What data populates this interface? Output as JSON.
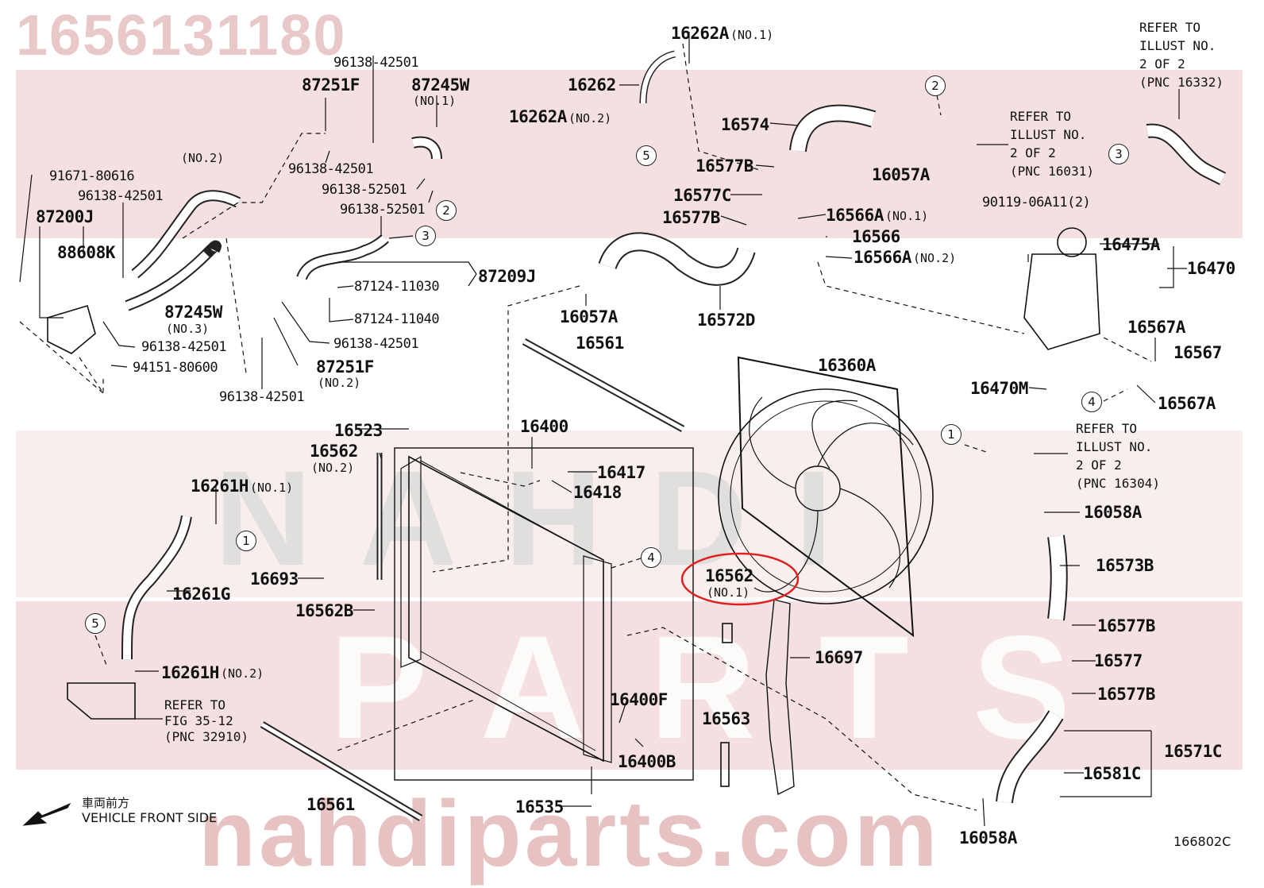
{
  "watermark": {
    "part_number": "1656131180",
    "brand": "NAHDI",
    "parts": "PARTS",
    "site": "nahdiparts.com"
  },
  "diagram_code": "166802C",
  "legend": {
    "jp": "車両前方",
    "en": "VEHICLE FRONT SIDE"
  },
  "refs": {
    "r16332": "REFER TO\nILLUST NO.\n2 OF 2\n(PNC 16332)",
    "r16031": "REFER TO\nILLUST NO.\n2 OF 2\n(PNC 16031)",
    "r16304": "REFER TO\nILLUST NO.\n2 OF 2\n(PNC 16304)",
    "r32910": "REFER TO\nFIG 35-12\n(PNC 32910)"
  },
  "labels": {
    "p16262A1": "16262A",
    "n16262A1": "(NO.1)",
    "p16262": "16262",
    "p16262A2": "16262A",
    "n16262A2": "(NO.2)",
    "p16574": "16574",
    "p16057A_top": "16057A",
    "p16577B_a": "16577B",
    "p16577C": "16577C",
    "p16577B_b": "16577B",
    "p16566A1": "16566A",
    "n16566A1": "(NO.1)",
    "p16566": "16566",
    "p16566A2": "16566A",
    "n16566A2": "(NO.2)",
    "p16572D": "16572D",
    "p16057A_mid": "16057A",
    "p16561_top": "16561",
    "p96138_42501_a": "96138-42501",
    "p87251F_1": "87251F",
    "p87245W_1": "87245W",
    "n87245W_1": "(NO.1)",
    "p96138_42501_b": "96138-42501",
    "p96138_52501_a": "96138-52501",
    "p96138_52501_b": "96138-52501",
    "no2_hose": "(NO.2)",
    "p91671": "91671-80616",
    "p96138_42501_c": "96138-42501",
    "p87200J": "87200J",
    "p88608K": "88608K",
    "p87245W_3": "87245W",
    "n87245W_3": "(NO.3)",
    "p96138_42501_d": "96138-42501",
    "p94151": "94151-80600",
    "p87209J": "87209J",
    "p87124_11030": "87124-11030",
    "p87124_11040": "87124-11040",
    "p96138_42501_e": "96138-42501",
    "p87251F_2": "87251F",
    "n87251F_2": "(NO.2)",
    "p96138_42501_f": "96138-42501",
    "p90119": "90119-06A11(2)",
    "p16475A": "16475A",
    "p16470": "16470",
    "p16567A_1": "16567A",
    "p16567": "16567",
    "p16470M": "16470M",
    "p16567A_2": "16567A",
    "p16360A": "16360A",
    "p16523": "16523",
    "p16562_2": "16562",
    "n16562_2": "(NO.2)",
    "p16400": "16400",
    "p16417": "16417",
    "p16418": "16418",
    "p16261H_1": "16261H",
    "n16261H_1": "(NO.1)",
    "p16693": "16693",
    "p16562B": "16562B",
    "p16261G": "16261G",
    "p16261H_2": "16261H",
    "n16261H_2": "(NO.2)",
    "p16562_1": "16562",
    "n16562_1": "(NO.1)",
    "p16697": "16697",
    "p16400F": "16400F",
    "p16400B": "16400B",
    "p16563": "16563",
    "p16561_bot": "16561",
    "p16535": "16535",
    "p16058A_1": "16058A",
    "p16573B": "16573B",
    "p16577B_c": "16577B",
    "p16577": "16577",
    "p16577B_d": "16577B",
    "p16571C": "16571C",
    "p16581C": "16581C",
    "p16058A_2": "16058A"
  },
  "markers": {
    "m1": "1",
    "m2": "2",
    "m3": "3",
    "m4": "4",
    "m5": "5"
  },
  "highlight_color": "#e02020"
}
